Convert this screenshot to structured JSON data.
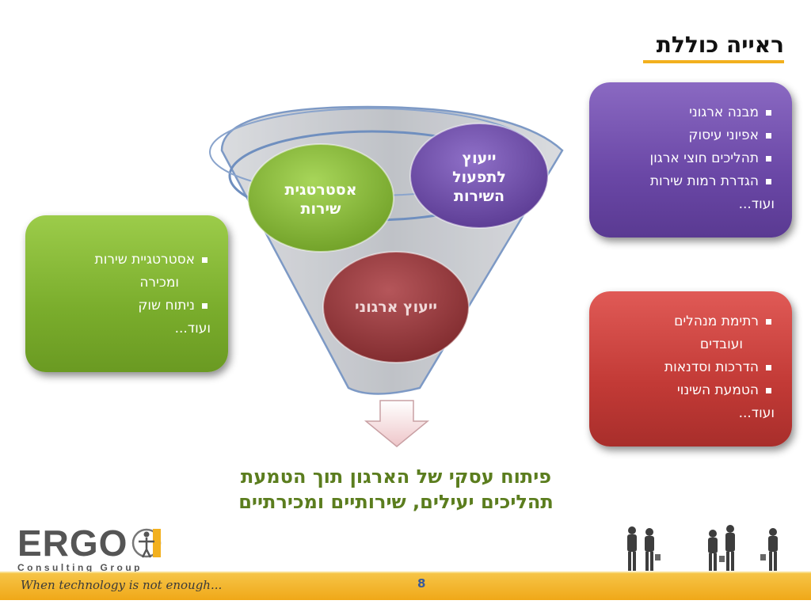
{
  "slide": {
    "title": "ראייה כוללת",
    "page_number": "8"
  },
  "colors": {
    "accent_gold": "#f2b01e",
    "purple": "#6a47a6",
    "green": "#7aad2c",
    "red": "#c23a36",
    "conclusion_text": "#5b7d1e"
  },
  "funnel": {
    "circles": {
      "strategy": "אסטרטגית\nשירות",
      "operations": "ייעוץ\nלתפעול\nהשירות",
      "organizational": "ייעוץ ארגוני"
    }
  },
  "boxes": {
    "purple": {
      "items": [
        "מבנה ארגוני",
        "אפיוני עיסוק",
        "תהליכים חוצי ארגון",
        "הגדרת רמות שירות"
      ],
      "etc": "ועוד..."
    },
    "green": {
      "item1_line1": "אסטרטגיית שירות",
      "item1_line2": "ומכירה",
      "item2": "ניתוח שוק",
      "etc": "ועוד..."
    },
    "red": {
      "item1_line1": "רתימת מנהלים",
      "item1_line2": "ועובדים",
      "item2": "הדרכות וסדנאות",
      "item3": "הטמעת השינוי",
      "etc": "ועוד..."
    }
  },
  "conclusion": {
    "line1": "פיתוח עסקי של הארגון תוך הטמעת",
    "line2": "תהליכים יעילים, שירותיים ומכירתיים"
  },
  "footer": {
    "logo_main": "ERGO",
    "logo_sub": "Consulting Group",
    "tagline": "When technology is not enough..."
  }
}
